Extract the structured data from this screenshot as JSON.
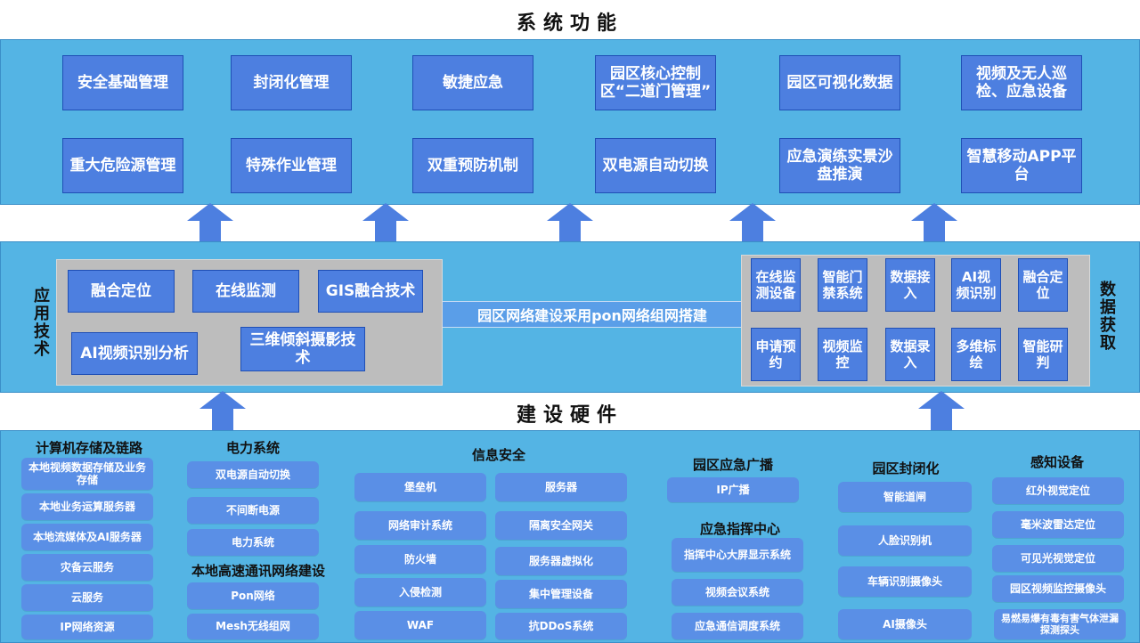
{
  "titles": {
    "system_functions": "系统功能",
    "construction_hardware": "建设硬件"
  },
  "functions": [
    "安全基础管理",
    "封闭化管理",
    "敏捷应急",
    "园区核心控制区“二道门管理”",
    "园区可视化数据",
    "视频及无人巡检、应急设备",
    "重大危险源管理",
    "特殊作业管理",
    "双重预防机制",
    "双电源自动切换",
    "应急演练实景沙盘推演",
    "智慧移动APP平台"
  ],
  "middle": {
    "left_label": "应用技术",
    "right_label": "数据获取",
    "app_tech": [
      "融合定位",
      "在线监测",
      "GIS融合技术",
      "AI视频识别分析",
      "三维倾斜摄影技术"
    ],
    "network_text": "园区网络建设采用pon网络组网搭建",
    "data_acq": [
      "在线监测设备",
      "智能门禁系统",
      "数据接入",
      "AI视频识别",
      "融合定位",
      "申请预约",
      "视频监控",
      "数据录入",
      "多维标绘",
      "智能研判"
    ]
  },
  "hardware": {
    "computing": {
      "title": "计算机存储及链路",
      "items": [
        "本地视频数据存储及业务存储",
        "本地业务运算服务器",
        "本地流媒体及AI服务器",
        "灾备云服务",
        "云服务",
        "IP网络资源"
      ]
    },
    "power": {
      "title": "电力系统",
      "items": [
        "双电源自动切换",
        "不间断电源",
        "电力系统"
      ]
    },
    "comm": {
      "title": "本地高速通讯网络建设",
      "items": [
        "Pon网络",
        "Mesh无线组网"
      ]
    },
    "security": {
      "title": "信息安全",
      "left": [
        "堡垒机",
        "网络审计系统",
        "防火墙",
        "入侵检测",
        "WAF"
      ],
      "right": [
        "服务器",
        "隔离安全网关",
        "服务器虚拟化",
        "集中管理设备",
        "抗DDoS系统"
      ]
    },
    "broadcast": {
      "title": "园区应急广播",
      "items": [
        "IP广播"
      ]
    },
    "command": {
      "title": "应急指挥中心",
      "items": [
        "指挥中心大屏显示系统",
        "视频会议系统",
        "应急通信调度系统"
      ]
    },
    "closure": {
      "title": "园区封闭化",
      "items": [
        "智能道闸",
        "人脸识别机",
        "车辆识别摄像头",
        "AI摄像头"
      ]
    },
    "sensing": {
      "title": "感知设备",
      "items": [
        "红外视觉定位",
        "毫米波雷达定位",
        "可见光视觉定位",
        "园区视频监控摄像头",
        "易燃易爆有毒有害气体泄漏探测探头"
      ]
    }
  },
  "colors": {
    "panel": "#54b4e4",
    "box": "#4d7fe0",
    "arrow": "#4d7fe0",
    "gray": "#bdbdbd"
  }
}
